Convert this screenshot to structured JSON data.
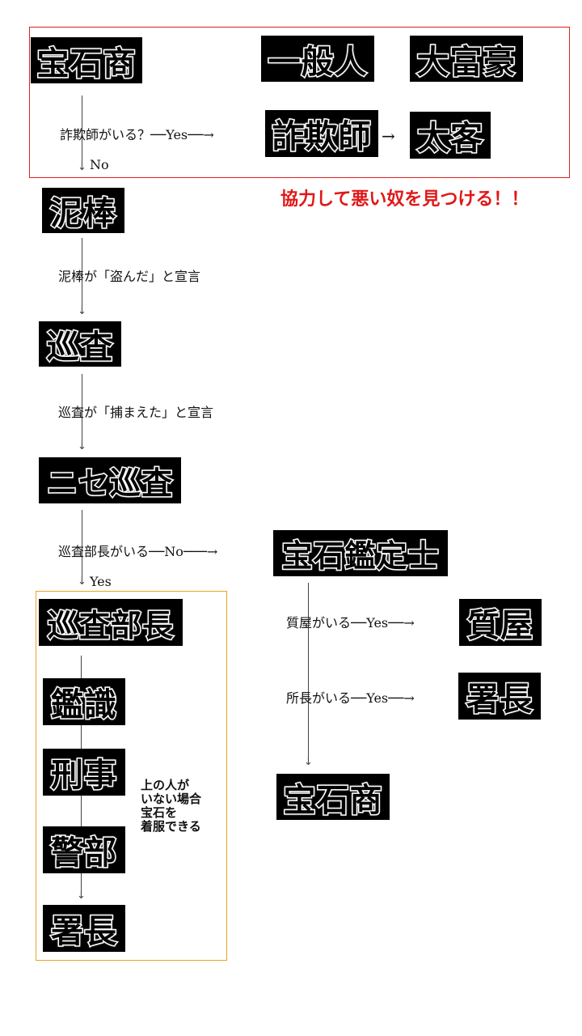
{
  "roles": {
    "jeweler_top": "宝石商",
    "commoner": "一般人",
    "rich": "大富豪",
    "swindler": "詐欺師",
    "big_customer": "太客",
    "thief": "泥棒",
    "police": "巡査",
    "fake_police": "ニセ巡査",
    "appraiser": "宝石鑑定士",
    "sergeant": "巡査部長",
    "forensics": "鑑識",
    "detective": "刑事",
    "inspector": "警部",
    "chief": "署長",
    "pawnshop": "質屋",
    "chief_right": "署長",
    "jeweler_bottom": "宝石商"
  },
  "labels": {
    "swindler_question": "詐欺師がいる？",
    "swindler_yes": "Yes",
    "swindler_no": "No",
    "thief_declare": "泥棒が「盗んだ」と宣言",
    "police_declare": "巡査が「捕まえた」と宣言",
    "sergeant_question": "巡査部長がいる",
    "sergeant_no": "No",
    "sergeant_yes": "Yes",
    "pawn_question": "質屋がいる",
    "pawn_yes": "Yes",
    "chief_question": "所長がいる",
    "chief_yes": "Yes",
    "swindler_arrow": "→",
    "alert": "協力して悪い奴を見つける！！",
    "note_line1": "上の人が",
    "note_line2": "いない場合",
    "note_line3": "宝石を",
    "note_line4": "着服できる"
  },
  "colors": {
    "red_box": "#e02020",
    "orange_box": "#e8a52a",
    "alert_text": "#e01818"
  }
}
